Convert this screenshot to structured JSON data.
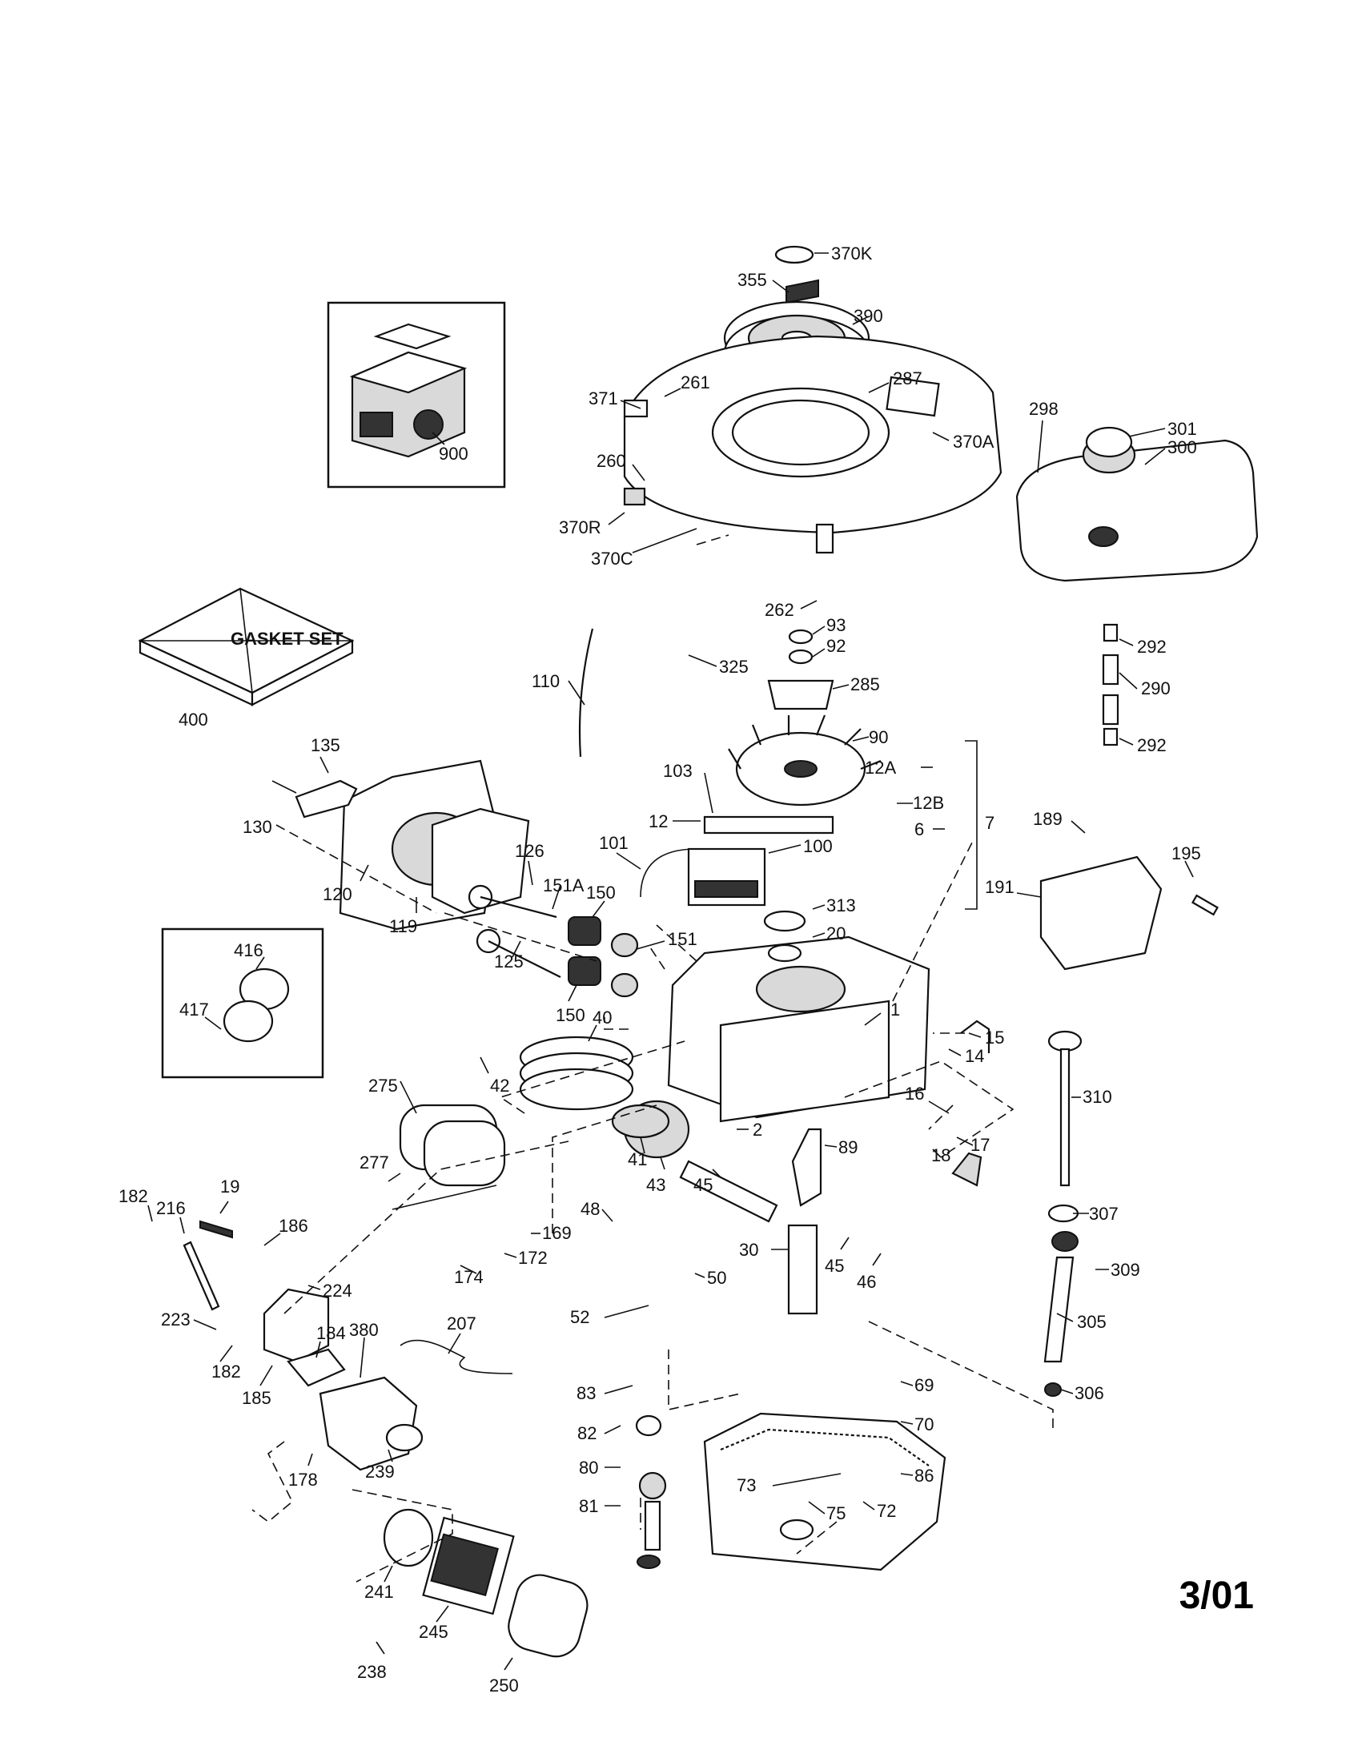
{
  "diagram": {
    "date_code": "3/01",
    "gasket_set_text": "GASKET SET",
    "callouts": [
      "370K",
      "355",
      "390",
      "261",
      "287",
      "371",
      "370A",
      "298",
      "301",
      "300",
      "260",
      "370R",
      "370C",
      "262",
      "93",
      "92",
      "325",
      "285",
      "292",
      "290",
      "110",
      "400",
      "90",
      "135",
      "103",
      "12A",
      "12B",
      "7",
      "12",
      "6",
      "130",
      "101",
      "100",
      "189",
      "195",
      "191",
      "126",
      "151A",
      "150",
      "120",
      "119",
      "313",
      "20",
      "151",
      "125",
      "150",
      "416",
      "1",
      "417",
      "40",
      "15",
      "14",
      "310",
      "42",
      "275",
      "16",
      "2",
      "89",
      "17",
      "18",
      "41",
      "277",
      "43",
      "45",
      "182",
      "19",
      "216",
      "186",
      "307",
      "48",
      "169",
      "172",
      "174",
      "30",
      "45",
      "46",
      "50",
      "309",
      "224",
      "52",
      "305",
      "223",
      "184",
      "380",
      "207",
      "182",
      "185",
      "69",
      "306",
      "83",
      "70",
      "82",
      "178",
      "239",
      "80",
      "73",
      "86",
      "81",
      "75",
      "72",
      "241",
      "245",
      "238",
      "250",
      "900"
    ]
  }
}
